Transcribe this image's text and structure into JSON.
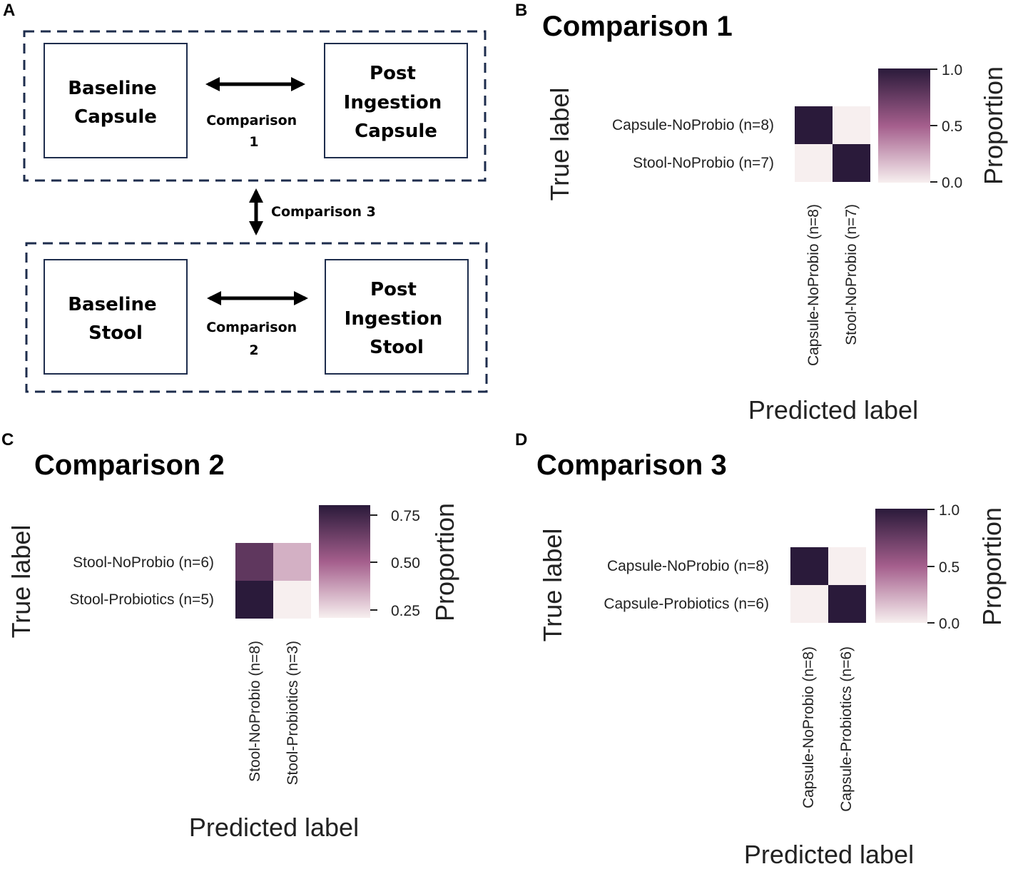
{
  "panels": {
    "a": {
      "letter": "A",
      "box_baseline_capsule": [
        "Baseline",
        "Capsule"
      ],
      "box_post_capsule": [
        "Post",
        "Ingestion",
        "Capsule"
      ],
      "box_baseline_stool": [
        "Baseline",
        "Stool"
      ],
      "box_post_stool": [
        "Post",
        "Ingestion",
        "Stool"
      ],
      "comparison1": [
        "Comparison",
        "1"
      ],
      "comparison2": [
        "Comparison",
        "2"
      ],
      "comparison3": "Comparison 3"
    },
    "b": {
      "letter": "B"
    },
    "c": {
      "letter": "C"
    },
    "d": {
      "letter": "D"
    }
  },
  "colors": {
    "low": "#f7efef",
    "mid": "#a45e8c",
    "high": "#2a1a3a",
    "dash": "#1e2d4d",
    "box": "#1e2d4d"
  },
  "chart_data": [
    {
      "type": "heatmap",
      "title": "Comparison 1",
      "xlabel": "Predicted label",
      "ylabel": "True label",
      "row_labels": [
        "Capsule-NoProbio (n=8)",
        "Stool-NoProbio (n=7)"
      ],
      "col_labels": [
        "Capsule-NoProbio (n=8)",
        "Stool-NoProbio (n=7)"
      ],
      "values": [
        [
          1.0,
          0.0
        ],
        [
          0.0,
          1.0
        ]
      ],
      "colorbar_label": "Proportion",
      "colorbar_range": [
        0.0,
        1.0
      ],
      "colorbar_ticks": [
        "1.0",
        "0.5",
        "0.0"
      ]
    },
    {
      "type": "heatmap",
      "title": "Comparison 2",
      "xlabel": "Predicted label",
      "ylabel": "True label",
      "row_labels": [
        "Stool-NoProbio (n=6)",
        "Stool-Probiotics (n=5)"
      ],
      "col_labels": [
        "Stool-NoProbio (n=8)",
        "Stool-Probiotics (n=3)"
      ],
      "values": [
        [
          0.67,
          0.33
        ],
        [
          0.8,
          0.2
        ]
      ],
      "colorbar_label": "Proportion",
      "colorbar_range": [
        0.2,
        0.8
      ],
      "colorbar_ticks": [
        "0.75",
        "0.50",
        "0.25"
      ]
    },
    {
      "type": "heatmap",
      "title": "Comparison 3",
      "xlabel": "Predicted label",
      "ylabel": "True label",
      "row_labels": [
        "Capsule-NoProbio (n=8)",
        "Capsule-Probiotics (n=6)"
      ],
      "col_labels": [
        "Capsule-NoProbio (n=8)",
        "Capsule-Probiotics (n=6)"
      ],
      "values": [
        [
          1.0,
          0.0
        ],
        [
          0.0,
          1.0
        ]
      ],
      "colorbar_label": "Proportion",
      "colorbar_range": [
        0.0,
        1.0
      ],
      "colorbar_ticks": [
        "1.0",
        "0.5",
        "0.0"
      ]
    }
  ]
}
